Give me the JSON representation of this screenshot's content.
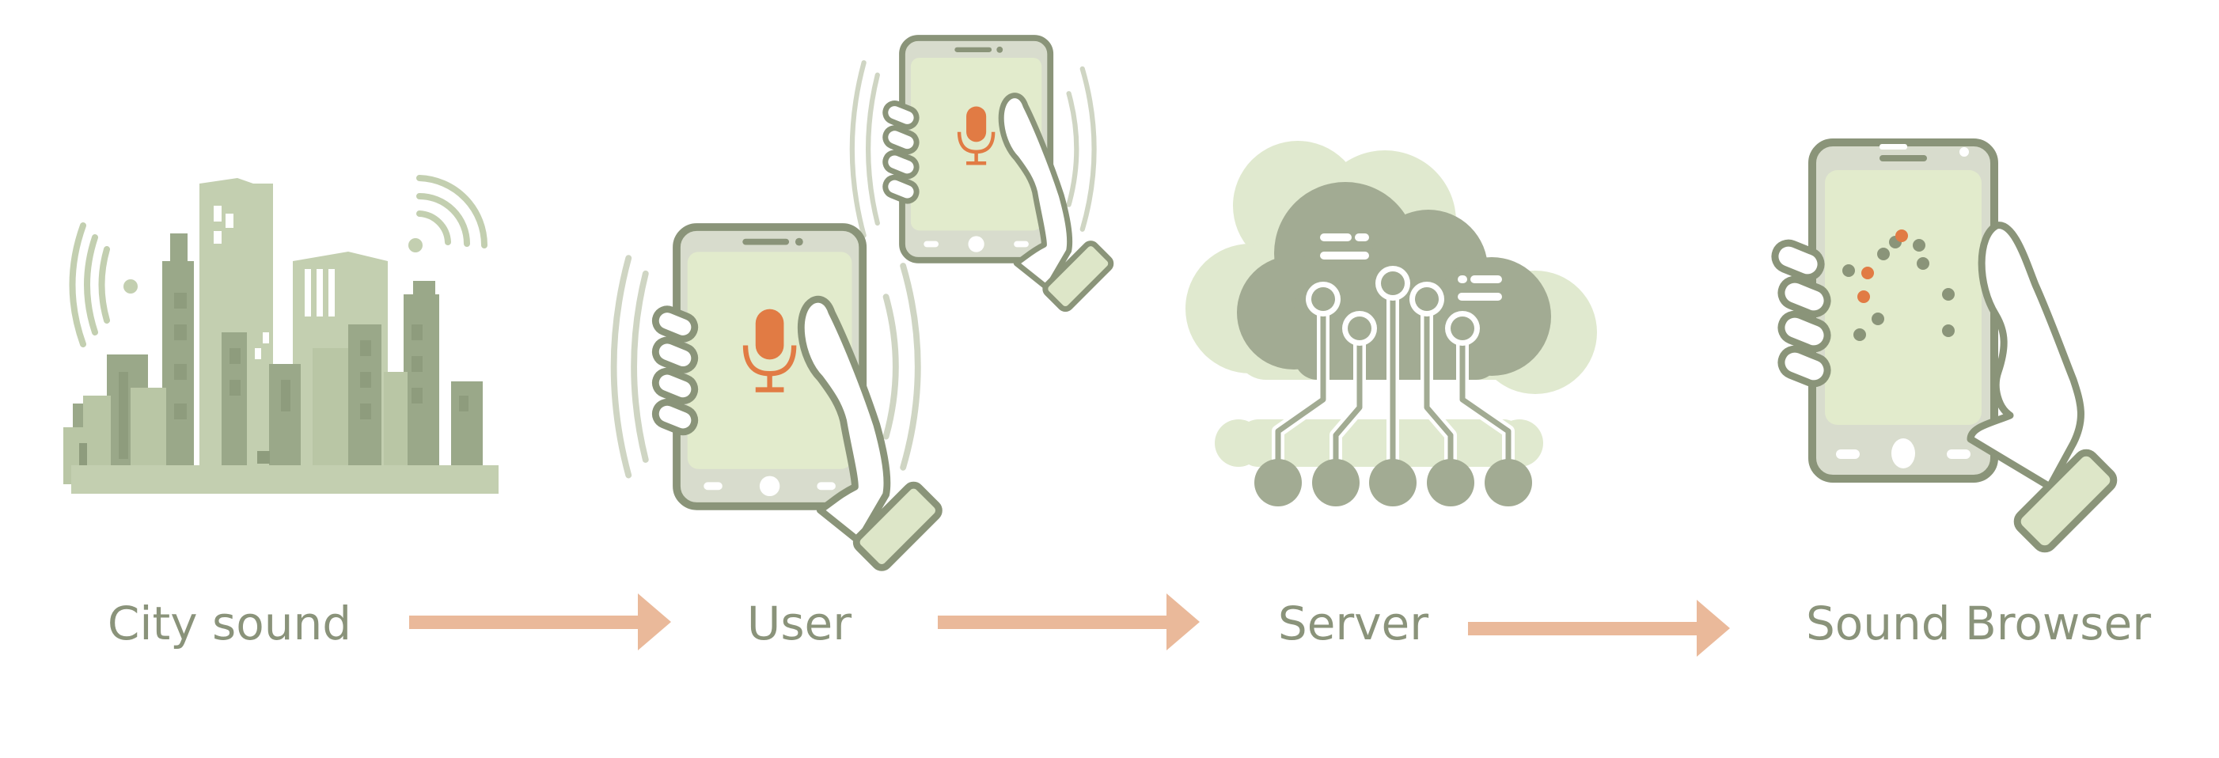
{
  "colors": {
    "stroke": "#8a9479",
    "light_green": "#c3cfb0",
    "pale_green": "#e0e9cf",
    "building_dark": "#9aa889",
    "screen_bg": "#e2ebcc",
    "phone_body": "#d8dccd",
    "cloud_dark": "#a2ab93",
    "accent_orange": "#e17b44",
    "arrow": "#eab99a",
    "label_text": "#8a937a"
  },
  "steps": [
    {
      "id": "city",
      "label": "City sound",
      "icon": "city-skyline-icon"
    },
    {
      "id": "user",
      "label": "User",
      "icon": "hand-held-phone-microphone-icon"
    },
    {
      "id": "server",
      "label": "Server",
      "icon": "cloud-server-icon"
    },
    {
      "id": "browser",
      "label": "Sound Browser",
      "icon": "phone-map-icon"
    }
  ],
  "arrows": [
    "arrow-right-icon",
    "arrow-right-icon",
    "arrow-right-icon"
  ]
}
